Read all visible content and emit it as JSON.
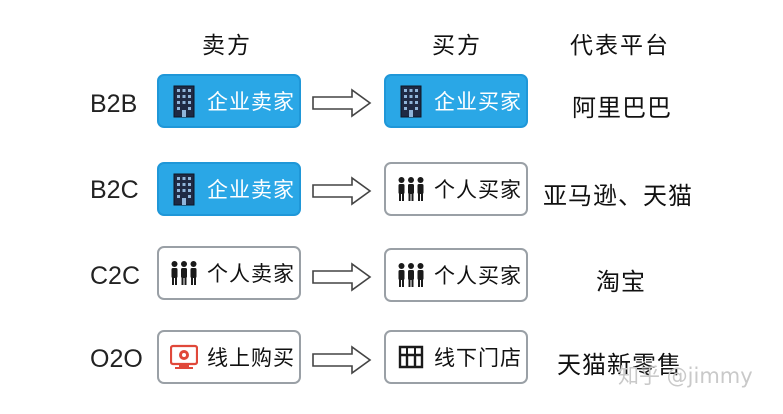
{
  "headers": {
    "seller": "卖方",
    "buyer": "买方",
    "platform": "代表平台"
  },
  "rows": [
    {
      "label": "B2B",
      "seller": {
        "text": "企业卖家",
        "icon": "building-icon",
        "style": "blue"
      },
      "buyer": {
        "text": "企业买家",
        "icon": "building-icon",
        "style": "blue"
      },
      "platform": "阿里巴巴"
    },
    {
      "label": "B2C",
      "seller": {
        "text": "企业卖家",
        "icon": "building-icon",
        "style": "blue"
      },
      "buyer": {
        "text": "个人买家",
        "icon": "people-icon",
        "style": "white"
      },
      "platform": "亚马逊、天猫"
    },
    {
      "label": "C2C",
      "seller": {
        "text": "个人卖家",
        "icon": "people-icon",
        "style": "white"
      },
      "buyer": {
        "text": "个人买家",
        "icon": "people-icon",
        "style": "white"
      },
      "platform": "淘宝"
    },
    {
      "label": "O2O",
      "seller": {
        "text": "线上购买",
        "icon": "online-shop-icon",
        "style": "white"
      },
      "buyer": {
        "text": "线下门店",
        "icon": "store-icon",
        "style": "white"
      },
      "platform": "天猫新零售"
    }
  ],
  "watermark": "知乎 @jimmy",
  "colors": {
    "blue_fill": "#2aa7e6",
    "white_border": "#9aa0a6",
    "icon_red": "#e0483a"
  }
}
